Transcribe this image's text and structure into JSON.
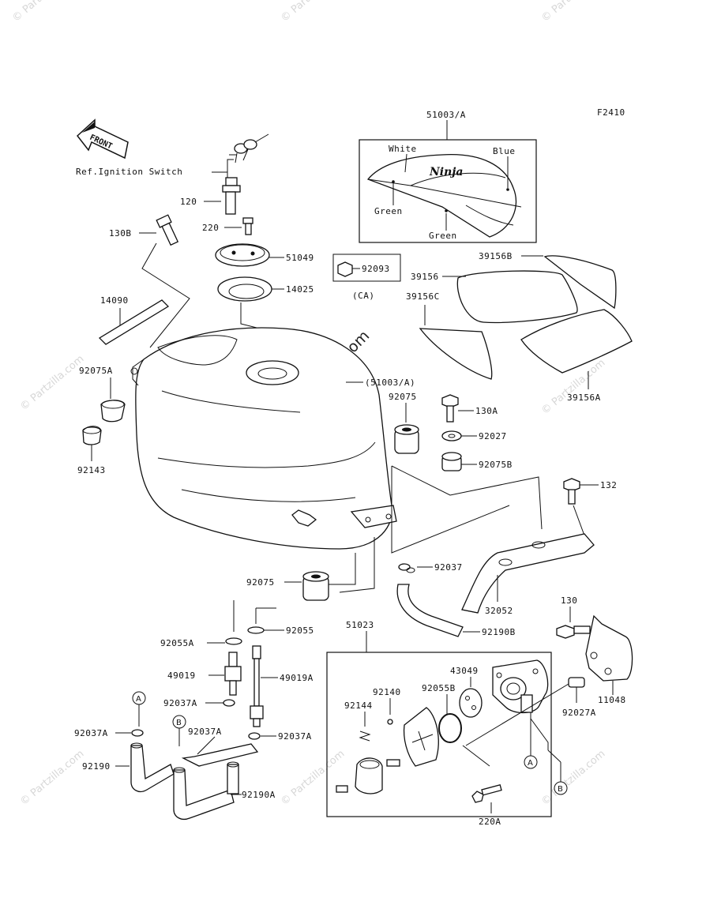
{
  "diagram_code": "F2410",
  "watermark": "© Partzilla.com",
  "front_arrow": "FRONT",
  "ref_label": "Ref.Ignition Switch",
  "decal_labels": {
    "white": "White",
    "blue": "Blue",
    "green_left": "Green",
    "green_bottom": "Green",
    "logo": "Ninja"
  },
  "ca_label": "(CA)",
  "callout_a": "A",
  "callout_b": "B",
  "parts": {
    "p51003A": "51003/A",
    "p120": "120",
    "p220": "220",
    "p130B": "130B",
    "p51049": "51049",
    "p14025": "14025",
    "p92093": "92093",
    "p14090": "14090",
    "p92075A": "92075A",
    "p92143": "92143",
    "p51003A_paren": "(51003/A)",
    "p39156B": "39156B",
    "p39156": "39156",
    "p39156C": "39156C",
    "p39156A": "39156A",
    "p92075": "92075",
    "p130A": "130A",
    "p92027": "92027",
    "p92075B": "92075B",
    "p132": "132",
    "p92075_2": "92075",
    "p92037": "92037",
    "p32052": "32052",
    "p130": "130",
    "p92055A": "92055A",
    "p92055": "92055",
    "p51023": "51023",
    "p92190B": "92190B",
    "p49019": "49019",
    "p49019A": "49019A",
    "p43049": "43049",
    "p92140": "92140",
    "p92055B": "92055B",
    "p92144": "92144",
    "p11048": "11048",
    "p92037A_1": "92037A",
    "p92037A_2": "92037A",
    "p92037A_3": "92037A",
    "p92037A_4": "92037A",
    "p92190": "92190",
    "p92190A": "92190A",
    "p92027A": "92027A",
    "p220A": "220A"
  }
}
